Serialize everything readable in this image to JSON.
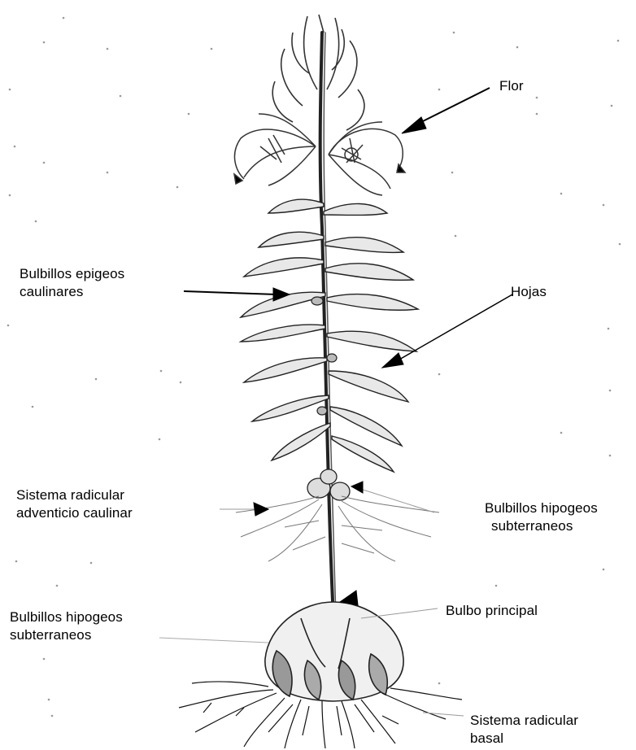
{
  "labels": {
    "flor": "Flor",
    "bulbillos_epigeos_line1": "Bulbillos epigeos",
    "bulbillos_epigeos_line2": "caulinares",
    "hojas": "Hojas",
    "sistema_adventicio_line1": "Sistema radicular",
    "sistema_adventicio_line2": "adventicio caulinar",
    "bulbillos_hipogeos_right_line1": "Bulbillos hipogeos",
    "bulbillos_hipogeos_right_line2": "subterraneos",
    "bulbillos_hipogeos_left_line1": "Bulbillos hipogeos",
    "bulbillos_hipogeos_left_line2": "subterraneos",
    "bulbo_principal": "Bulbo principal",
    "sistema_basal_line1": "Sistema radicular",
    "sistema_basal_line2": "basal"
  },
  "colors": {
    "background": "#ffffff",
    "ink": "#000000",
    "plant_ink": "#333333"
  }
}
